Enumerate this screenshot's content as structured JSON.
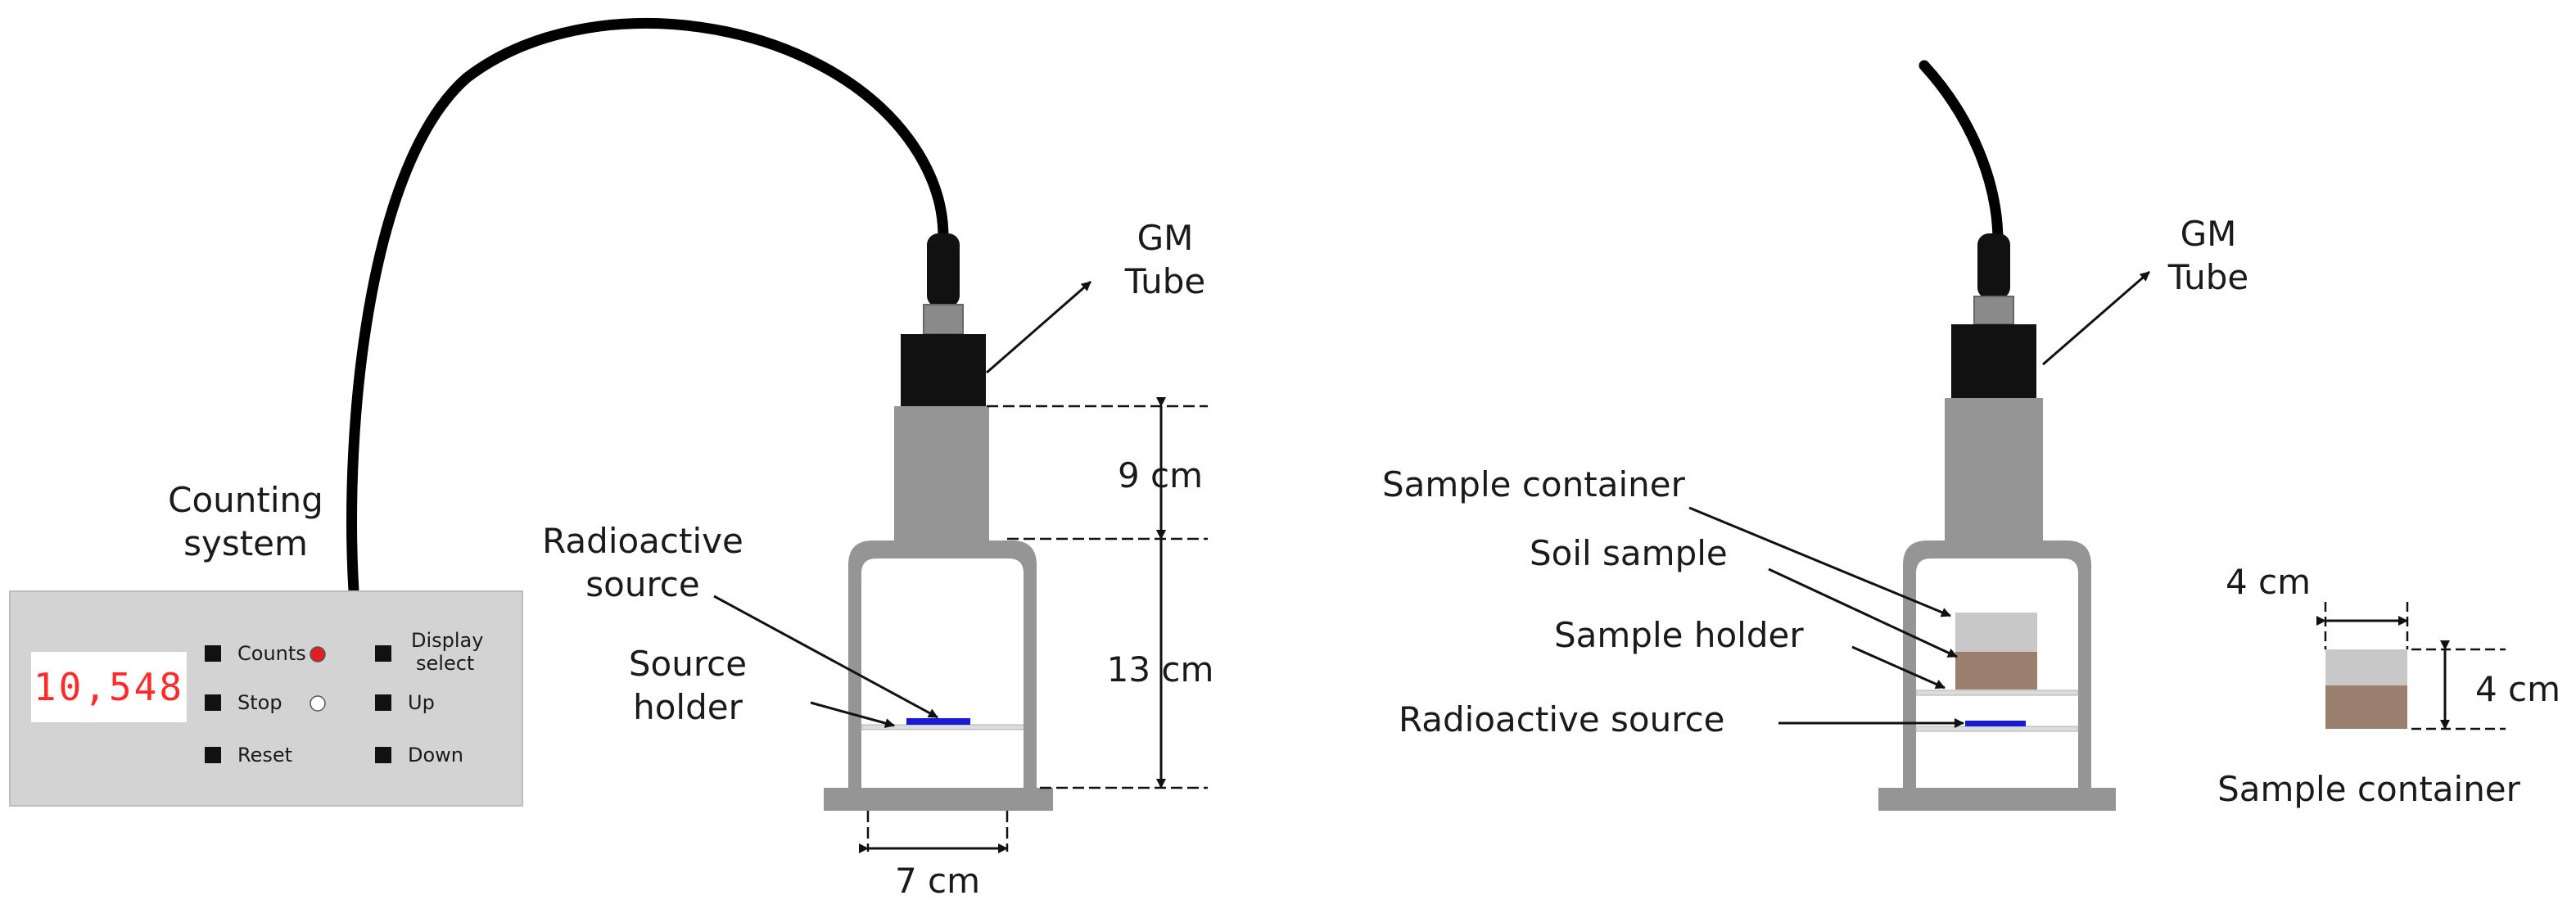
{
  "left": {
    "counting_system": {
      "line1": "Counting",
      "line2": "system"
    },
    "display": {
      "reading": "10,548"
    },
    "panel": {
      "counts": "Counts",
      "stop": "Stop",
      "reset": "Reset",
      "display_select_1": "Display",
      "display_select_2": "select",
      "up": "Up",
      "down": "Down"
    },
    "gm_tube": {
      "line1": "GM",
      "line2": "Tube"
    },
    "radioactive_source": {
      "line1": "Radioactive",
      "line2": "source"
    },
    "source_holder": {
      "line1": "Source",
      "line2": "holder"
    },
    "dims": {
      "height_top": "9 cm",
      "height_bottom": "13 cm",
      "width": "7 cm"
    }
  },
  "right": {
    "gm_tube": {
      "line1": "GM",
      "line2": "Tube"
    },
    "sample_container": "Sample container",
    "soil_sample": "Soil sample",
    "sample_holder": "Sample holder",
    "radioactive_source": "Radioactive source",
    "inset": {
      "width": "4 cm",
      "height": "4 cm",
      "caption": "Sample container"
    }
  },
  "colors": {
    "housing": "#959595",
    "detector": "#111111",
    "panel": "#d3d3d3",
    "source": "#1a1ad6",
    "soil": "#9b7f6e",
    "container": "#c8c8c8",
    "led": "#e02020"
  }
}
